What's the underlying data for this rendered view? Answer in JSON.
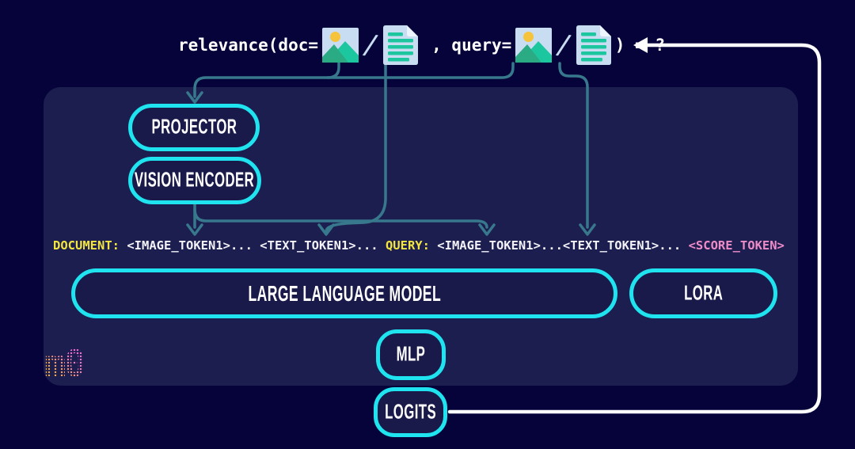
{
  "colors": {
    "background": "#050339",
    "panel": "#1d1e50",
    "pill_fill": "#191a49",
    "accent_cyan": "#1fe3ef",
    "connector_teal": "#37788c",
    "feedback_white": "#ffffff",
    "label_yellow": "#f2e53d",
    "token_white": "#f2f2f7",
    "score_pink": "#ee8cc7",
    "icon_bg_blue": "#c9ddf2",
    "icon_teal": "#1cc7a0",
    "icon_dark_teal": "#2bab84",
    "icon_sun_yellow": "#f6c33c",
    "logo_yellow": "#f5a93c",
    "logo_pink": "#f06cd4"
  },
  "formula": {
    "prefix": "relevance(doc=",
    "slash1": "/",
    "middle": " , query=",
    "slash2": "/",
    "suffix": ") = ?"
  },
  "icons": {
    "image": "image-icon",
    "document": "document-icon",
    "feedback_arrow": "arrow-left-icon"
  },
  "pipeline": {
    "projector_label": "PROJECTOR",
    "vision_encoder_label": "VISION ENCODER",
    "llm_label": "LARGE LANGUAGE MODEL",
    "lora_label": "LORA",
    "mlp_label": "MLP",
    "logits_label": "LOGITS"
  },
  "token_sequence": {
    "doc_label": "DOCUMENT:",
    "doc_tokens": " <IMAGE_TOKEN1>... <TEXT_TOKEN1>... ",
    "query_label": "QUERY:",
    "query_tokens": " <IMAGE_TOKEN1>...<TEXT_TOKEN1>... ",
    "score_token": "<SCORE_TOKEN>"
  },
  "logo": {
    "text": "m0"
  }
}
